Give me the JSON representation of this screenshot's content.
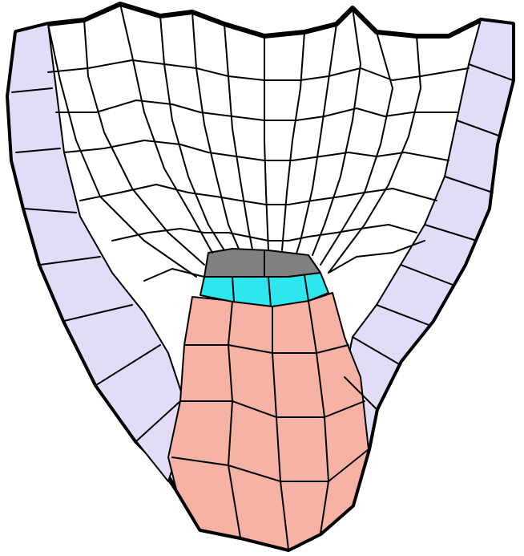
{
  "colors": {
    "background": "#ffffff",
    "outline": "#000000",
    "lateral_root_cap": "#e3dcf9",
    "columella": "#f6b2a5",
    "quiescent_center": "#808080",
    "columella_initials": "#2ee6ee",
    "tissue": "#ffffff"
  },
  "regions": [
    "lateral-root-cap",
    "columella",
    "quiescent-center",
    "columella-initials",
    "root-tissue"
  ]
}
